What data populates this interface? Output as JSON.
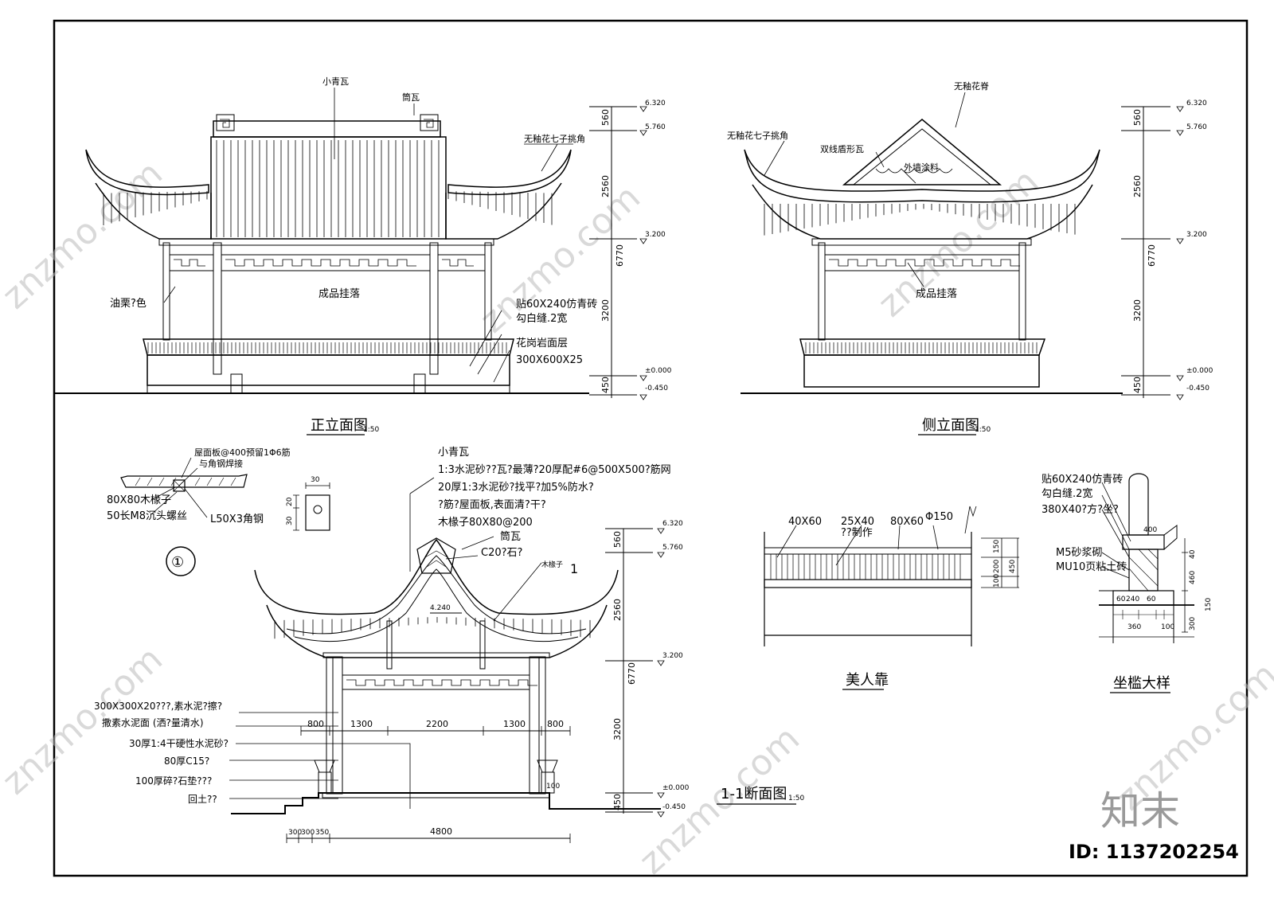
{
  "watermark": {
    "brand": "知末",
    "site": "znzmo.com",
    "id": "ID: 1137202254"
  },
  "front": {
    "title": "正立面图",
    "scale": "1:50",
    "labels": [
      "小青瓦",
      "筒瓦",
      "无釉花七子挑角",
      "油栗?色",
      "成品挂落",
      "贴60X240仿青砖",
      "勾白缝.2宽",
      "花岗岩面层",
      "300X600X25"
    ],
    "dims": [
      "560",
      "2560",
      "6770",
      "3200",
      "450"
    ],
    "levels": [
      "6.320",
      "5.760",
      "3.200",
      "±0.000",
      "-0.450"
    ]
  },
  "side": {
    "title": "侧立面图",
    "scale": "1:50",
    "labels": [
      "无釉花脊",
      "无釉花七子挑角",
      "双线盾形瓦",
      "外墙涂料",
      "成品挂落"
    ],
    "dims": [
      "560",
      "2560",
      "6770",
      "3200",
      "450"
    ],
    "levels": [
      "6.320",
      "5.760",
      "3.200",
      "±0.000",
      "-0.450"
    ]
  },
  "detail1": {
    "marker": "①",
    "labels": [
      "屋面板@400预留1Φ6筋",
      "与角钢焊接",
      "80X80木椽子",
      "50长M8沉头螺丝",
      "L50X3角钢"
    ],
    "dims": [
      "30",
      "20",
      "30"
    ]
  },
  "section": {
    "title": "1-1断面图",
    "scale": "1:50",
    "roof_layers": [
      "小青瓦",
      "1:3水泥砂??瓦?最薄?20厚配#6@500X500?筋网",
      "20厚1:3水泥砂?找平?加5%防水?",
      "?筋?屋面板,表面清?干?",
      "木椽子80X80@200"
    ],
    "labels": [
      "筒瓦",
      "C20?石?",
      "木椽子"
    ],
    "callout": "1",
    "floor_layers": [
      "300X300X20???,素水泥?擦?",
      "撒素水泥面 (洒?量清水)",
      "30厚1:4干硬性水泥砂?",
      "80厚C15?",
      "100厚碎?石垫???",
      "回土??"
    ],
    "spans": [
      "800",
      "1300",
      "2200",
      "1300",
      "800"
    ],
    "total": "4800",
    "steps": [
      "300",
      "300",
      "350"
    ],
    "inner_level": "4.240",
    "small_dim": "100",
    "dims": [
      "560",
      "2560",
      "6770",
      "3200",
      "450"
    ],
    "levels": [
      "6.320",
      "5.760",
      "3.200",
      "±0.000",
      "-0.450"
    ]
  },
  "bench": {
    "title": "美人靠",
    "labels": [
      "40X60",
      "25X40",
      "??制作",
      "80X60",
      "Φ150"
    ],
    "dims": [
      "150",
      "200",
      "100",
      "450"
    ]
  },
  "seat": {
    "title": "坐槛大样",
    "labels": [
      "贴60X240仿青砖",
      "勾白缝.2宽",
      "380X40?方?坐?",
      "M5砂浆砌",
      "MU10页粘土砖"
    ],
    "dims": [
      "400",
      "40",
      "460",
      "150",
      "300",
      "60",
      "240",
      "60",
      "360",
      "100"
    ]
  }
}
